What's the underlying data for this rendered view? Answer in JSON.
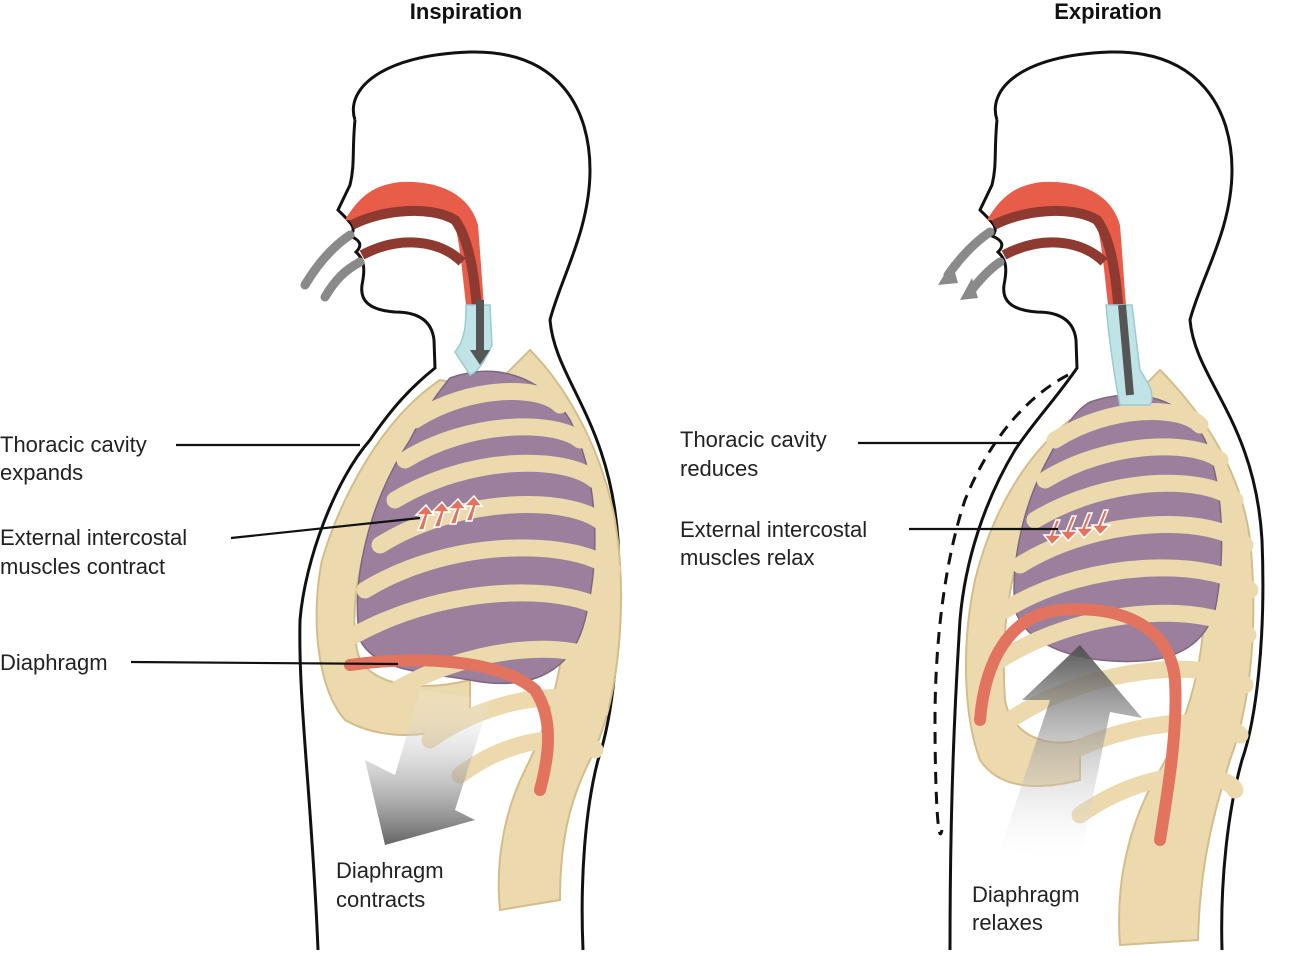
{
  "panels": {
    "inspiration": {
      "title": "Inspiration",
      "thoracic": [
        "Thoracic cavity",
        "expands"
      ],
      "intercostal": [
        "External intercostal",
        "muscles  contract"
      ],
      "diaphragm_label": "Diaphragm",
      "diaphragm_action": [
        "Diaphragm",
        "contracts"
      ]
    },
    "expiration": {
      "title": "Expiration",
      "thoracic": [
        "Thoracic cavity",
        "reduces"
      ],
      "intercostal": [
        "External intercostal",
        "muscles  relax"
      ],
      "diaphragm_action": [
        "Diaphragm",
        "relaxes"
      ]
    }
  },
  "colors": {
    "outline": "#111111",
    "bone": "#ecd9ae",
    "bone_stroke": "#d4bd8a",
    "lung": "#9b7f9c",
    "airway": "#e85d4a",
    "airway_dark": "#8f3a31",
    "trachea": "#bfe3e6",
    "diaphragm": "#e2745f",
    "arrow_gray": "#6e6e6e"
  }
}
